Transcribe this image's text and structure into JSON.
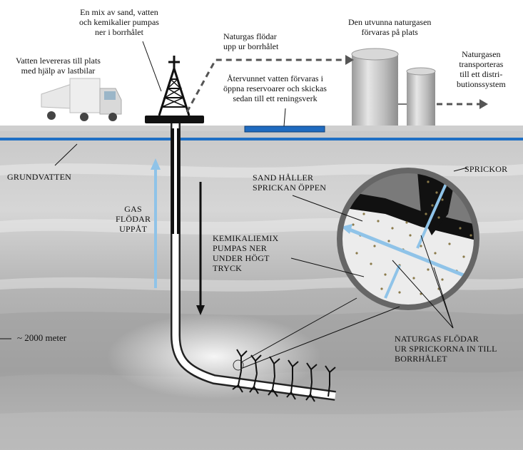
{
  "labels": {
    "trucks": [
      "Vatten levereras till plats",
      "med hjälp av lastbilar"
    ],
    "mix": [
      "En mix  av sand, vatten",
      "och kemikalier  pumpas",
      "ner i borrhålet"
    ],
    "gas_flow_up": [
      "Naturgas flödar",
      "upp ur borrhålet"
    ],
    "storage": [
      "Den utvunna naturgasen",
      "förvaras på plats"
    ],
    "transport": [
      "Naturgasen",
      "transporteras",
      "till ett distri-",
      "butionssystem"
    ],
    "recovered_water": [
      "Återvunnet vatten förvaras i",
      "öppna reservoarer och skickas",
      "sedan till  ett reningsverk"
    ],
    "groundwater": "GRUNDVATTEN",
    "gas_rises": [
      "GAS",
      "FLÖDAR",
      "UPPÅT"
    ],
    "chemical_mix": [
      "KEMIKALIEMIX",
      "PUMPAS NER",
      "UNDER  HÖGT",
      "TRYCK"
    ],
    "sand_holds": [
      "SAND HÅLLER",
      "SPRICKAN  ÖPPEN"
    ],
    "fractures": "SPRICKOR",
    "depth": "~ 2000 meter",
    "gas_from_fractures": [
      "NATURGAS FLÖDAR",
      "UR SPRICKORNA  IN  TILL",
      "BORRHÅLET"
    ]
  },
  "colors": {
    "groundwater_blue": "#1e6fc4",
    "arrow_light_blue": "#8fc3e8",
    "pond_blue": "#1f6bc0",
    "sky": "#ffffff",
    "ground": "#b9b9b9"
  }
}
